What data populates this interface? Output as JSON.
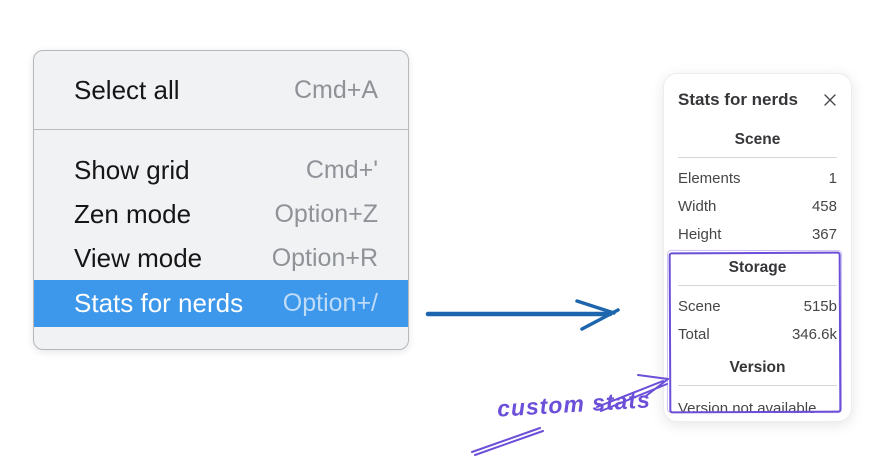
{
  "menu": {
    "items_top": [
      {
        "label": "Select all",
        "shortcut": "Cmd+A"
      }
    ],
    "items_bottom": [
      {
        "label": "Show grid",
        "shortcut": "Cmd+'"
      },
      {
        "label": "Zen mode",
        "shortcut": "Option+Z"
      },
      {
        "label": "View mode",
        "shortcut": "Option+R"
      },
      {
        "label": "Stats for nerds",
        "shortcut": "Option+/",
        "highlighted": true
      }
    ]
  },
  "stats_panel": {
    "title": "Stats for nerds",
    "close_icon": "x-icon",
    "scene": {
      "header": "Scene",
      "rows": [
        {
          "label": "Elements",
          "value": "1"
        },
        {
          "label": "Width",
          "value": "458"
        },
        {
          "label": "Height",
          "value": "367"
        }
      ]
    },
    "storage": {
      "header": "Storage",
      "rows": [
        {
          "label": "Scene",
          "value": "515b"
        },
        {
          "label": "Total",
          "value": "346.6k"
        }
      ]
    },
    "version": {
      "header": "Version",
      "note": "Version not available"
    }
  },
  "annotation": {
    "label": "custom stats"
  },
  "colors": {
    "menu_highlight": "#3d97ea",
    "blue_arrow": "#1d66ad",
    "purple_annotation": "#6c4fd8"
  }
}
